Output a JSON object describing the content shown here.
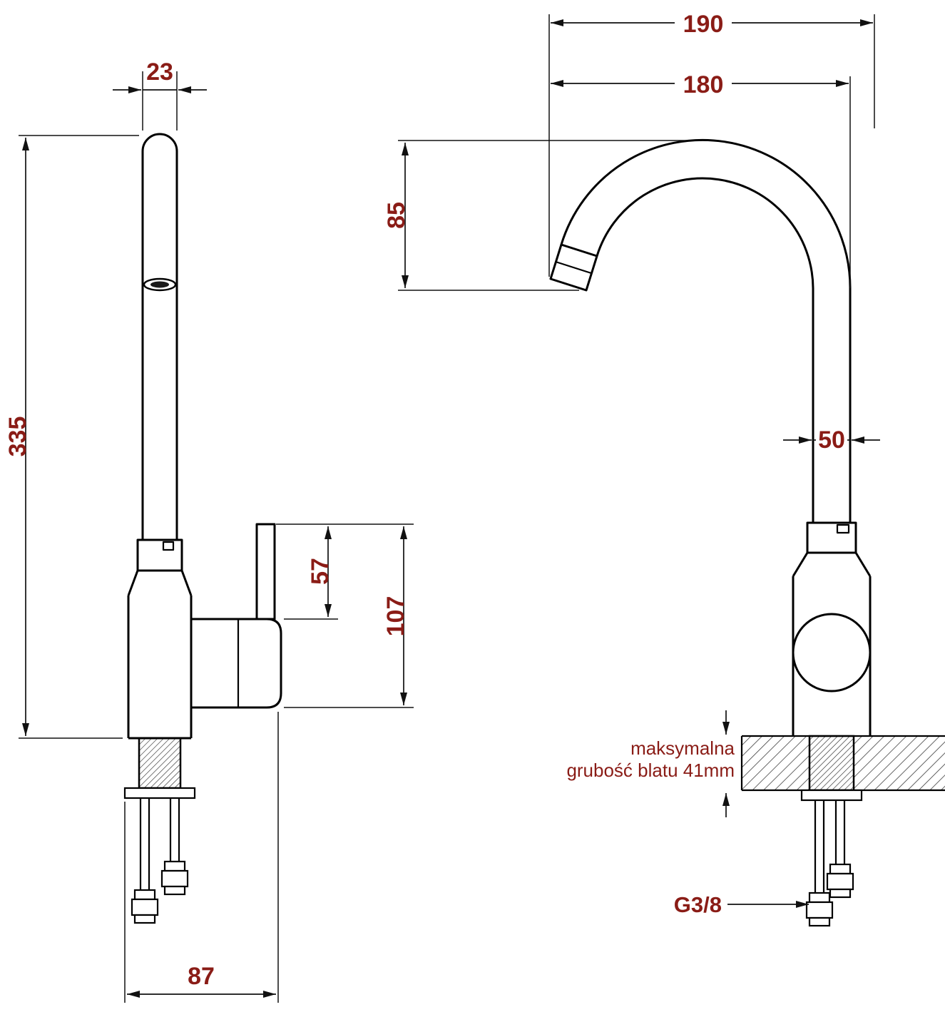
{
  "drawing": {
    "side_view": {
      "dim_spout_diameter": "23",
      "dim_total_height": "335",
      "dim_handle_lever": "57",
      "dim_handle_total": "107",
      "dim_base_depth": "87"
    },
    "front_view": {
      "dim_reach_outer": "190",
      "dim_reach_inner": "180",
      "dim_spout_drop": "85",
      "dim_pipe_width": "50",
      "note_line1": "maksymalna",
      "note_line2": "grubość blatu 41mm",
      "thread_label": "G3/8"
    },
    "colors": {
      "outline": "#000000",
      "dimension_line": "#111111",
      "dimension_text": "#8a1c16",
      "background": "#ffffff"
    }
  }
}
